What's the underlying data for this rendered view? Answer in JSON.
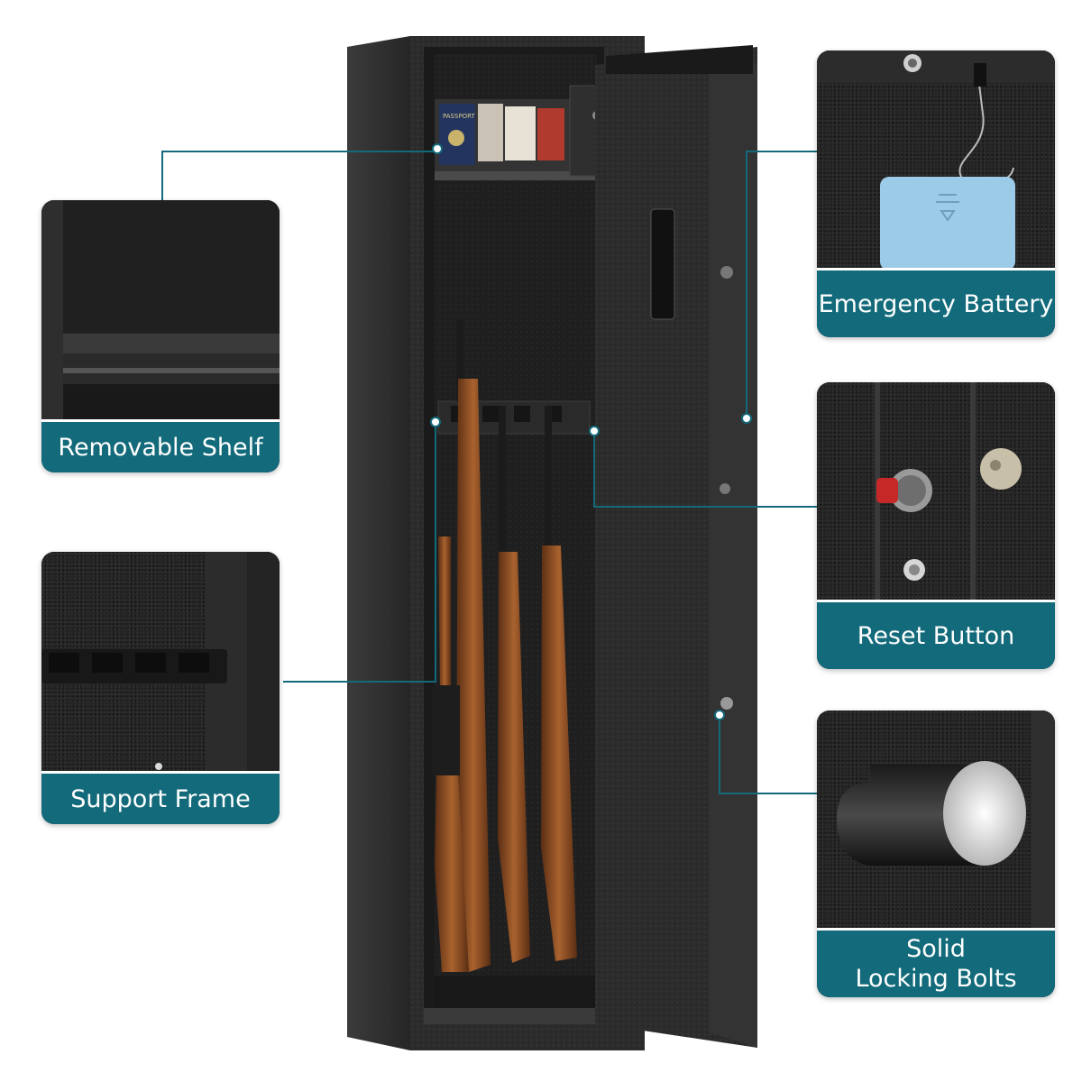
{
  "accent_color": "#126a7a",
  "callouts": {
    "removable_shelf": {
      "label": "Removable Shelf"
    },
    "support_frame": {
      "label": "Support Frame"
    },
    "emergency_battery": {
      "label": "Emergency Battery"
    },
    "reset_button": {
      "label": "Reset Button"
    },
    "locking_bolts": {
      "label": "Solid\nLocking Bolts"
    }
  },
  "safe": {
    "shelf_items": [
      "PASSPORT"
    ]
  }
}
